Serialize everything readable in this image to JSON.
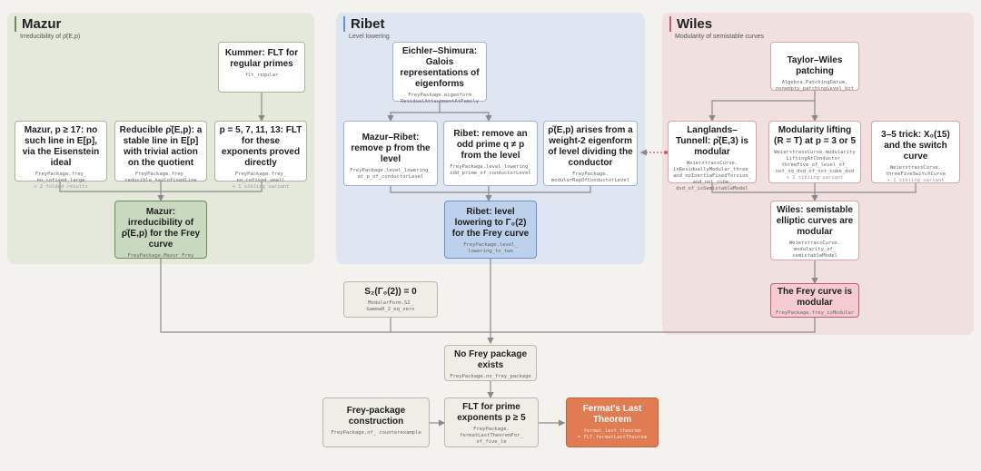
{
  "regions": {
    "mazur": {
      "title": "Mazur",
      "subtitle": "Irreducibility of ρ̄(E,p)",
      "color": "#6e8c5a"
    },
    "ribet": {
      "title": "Ribet",
      "subtitle": "Level lowering",
      "color": "#6a8fcf"
    },
    "wiles": {
      "title": "Wiles",
      "subtitle": "Modularity of semistable curves",
      "color": "#c25b6b"
    }
  },
  "nodes": {
    "kummer": {
      "title": "Kummer: FLT for regular primes",
      "code": "flt_regular",
      "extra": ""
    },
    "mazur_p17": {
      "title": "Mazur, p ≥ 17: no such line in E[p], via the Eisenstein ideal",
      "code": "FreyPackage.frey_ no_cofixed_large",
      "extra": "+ 2 folded results"
    },
    "reducible": {
      "title": "Reducible ρ̄(E,p): a stable line in E[p] with trivial action on the quotient",
      "code": "FreyPackage.frey_ reducible_hasCofixedLine",
      "extra": ""
    },
    "p5713": {
      "title": "p = 5, 7, 11, 13: FLT for these exponents proved directly",
      "code": "FreyPackage.frey_ no_cofixed_small",
      "extra": "+ 1 sibling variant"
    },
    "mazur_main": {
      "title": "Mazur: irreducibility of ρ̄(E,p) for the Frey curve",
      "code": "FreyPackage.Mazur_Frey",
      "extra": ""
    },
    "eichler": {
      "title": "Eichler–Shimura: Galois representations of eigenforms",
      "code": "FreyPackage.eigenform ResidualAttachmentAtFamily",
      "extra": ""
    },
    "mazur_ribet": {
      "title": "Mazur–Ribet: remove p from the level",
      "code": "FreyPackage.level_lowering_ at_p_of_conductorLevel",
      "extra": ""
    },
    "ribet_odd": {
      "title": "Ribet: remove an odd prime q ≠ p from the level",
      "code": "FreyPackage.level_lowering_ odd_prime_of_conductorLevel",
      "extra": ""
    },
    "weight2": {
      "title": "ρ̄(E,p) arises from a weight-2 eigenform of level dividing the conductor",
      "code": "FreyPackage. modularRepOfConductorLevel",
      "extra": ""
    },
    "ribet_main": {
      "title": "Ribet: level lowering to Γ₀(2) for the Frey curve",
      "code": "FreyPackage.level_ lowering_to_two",
      "extra": ""
    },
    "s2": {
      "title": "S₂(Γ₀(2)) = 0",
      "code": "ModularForm.S2_ Gamma0_2_eq_zero",
      "extra": ""
    },
    "taylor": {
      "title": "Taylor–Wiles patching",
      "code": "Algebra.PatchingDatum. nonempty_patchingLevel_bot",
      "extra": ""
    },
    "langlands": {
      "title": "Langlands–Tunnell: ρ̄(E,3) is modular",
      "code": "WeierstrassCurve. isResiduallyModular_three_ and_noInertiaFixedTorsion_ and_not_cube_ dvd_of_isSemistableModel",
      "extra": ""
    },
    "modlift": {
      "title": "Modularity lifting (R = T) at p = 3 or 5",
      "code": "WeierstrassCurve.modularity LiftingAtConductor_ threeFive_of_level_of_ not_sq_dvd_of_not_cube_dvd",
      "extra": "+ 1 sibling variant"
    },
    "trick35": {
      "title": "3–5 trick: X₀(15) and the switch curve",
      "code": "WeierstrassCurve. threeFiveSwitchCurve",
      "extra": "+ 1 sibling variant"
    },
    "wiles_semistable": {
      "title": "Wiles: semistable elliptic curves are modular",
      "code": "WeierstrassCurve. modularity_of_ semistableModel",
      "extra": ""
    },
    "frey_modular": {
      "title": "The Frey curve is modular",
      "code": "FreyPackage.frey_isModular",
      "extra": ""
    },
    "nofrey": {
      "title": "No Frey package exists",
      "code": "FreyPackage.no_frey_package",
      "extra": ""
    },
    "construction": {
      "title": "Frey-package construction",
      "code": "FreyPackage.of_ counterexample",
      "extra": ""
    },
    "fltprime": {
      "title": "FLT for prime exponents p ≥ 5",
      "code": "FreyPackage. fermatLastTheoremFor_ of_five_le",
      "extra": ""
    },
    "flt": {
      "title": "Fermat's Last Theorem",
      "code": "fermat_last_theorem",
      "extra": "= FLT.fermatLastTheorem"
    }
  }
}
